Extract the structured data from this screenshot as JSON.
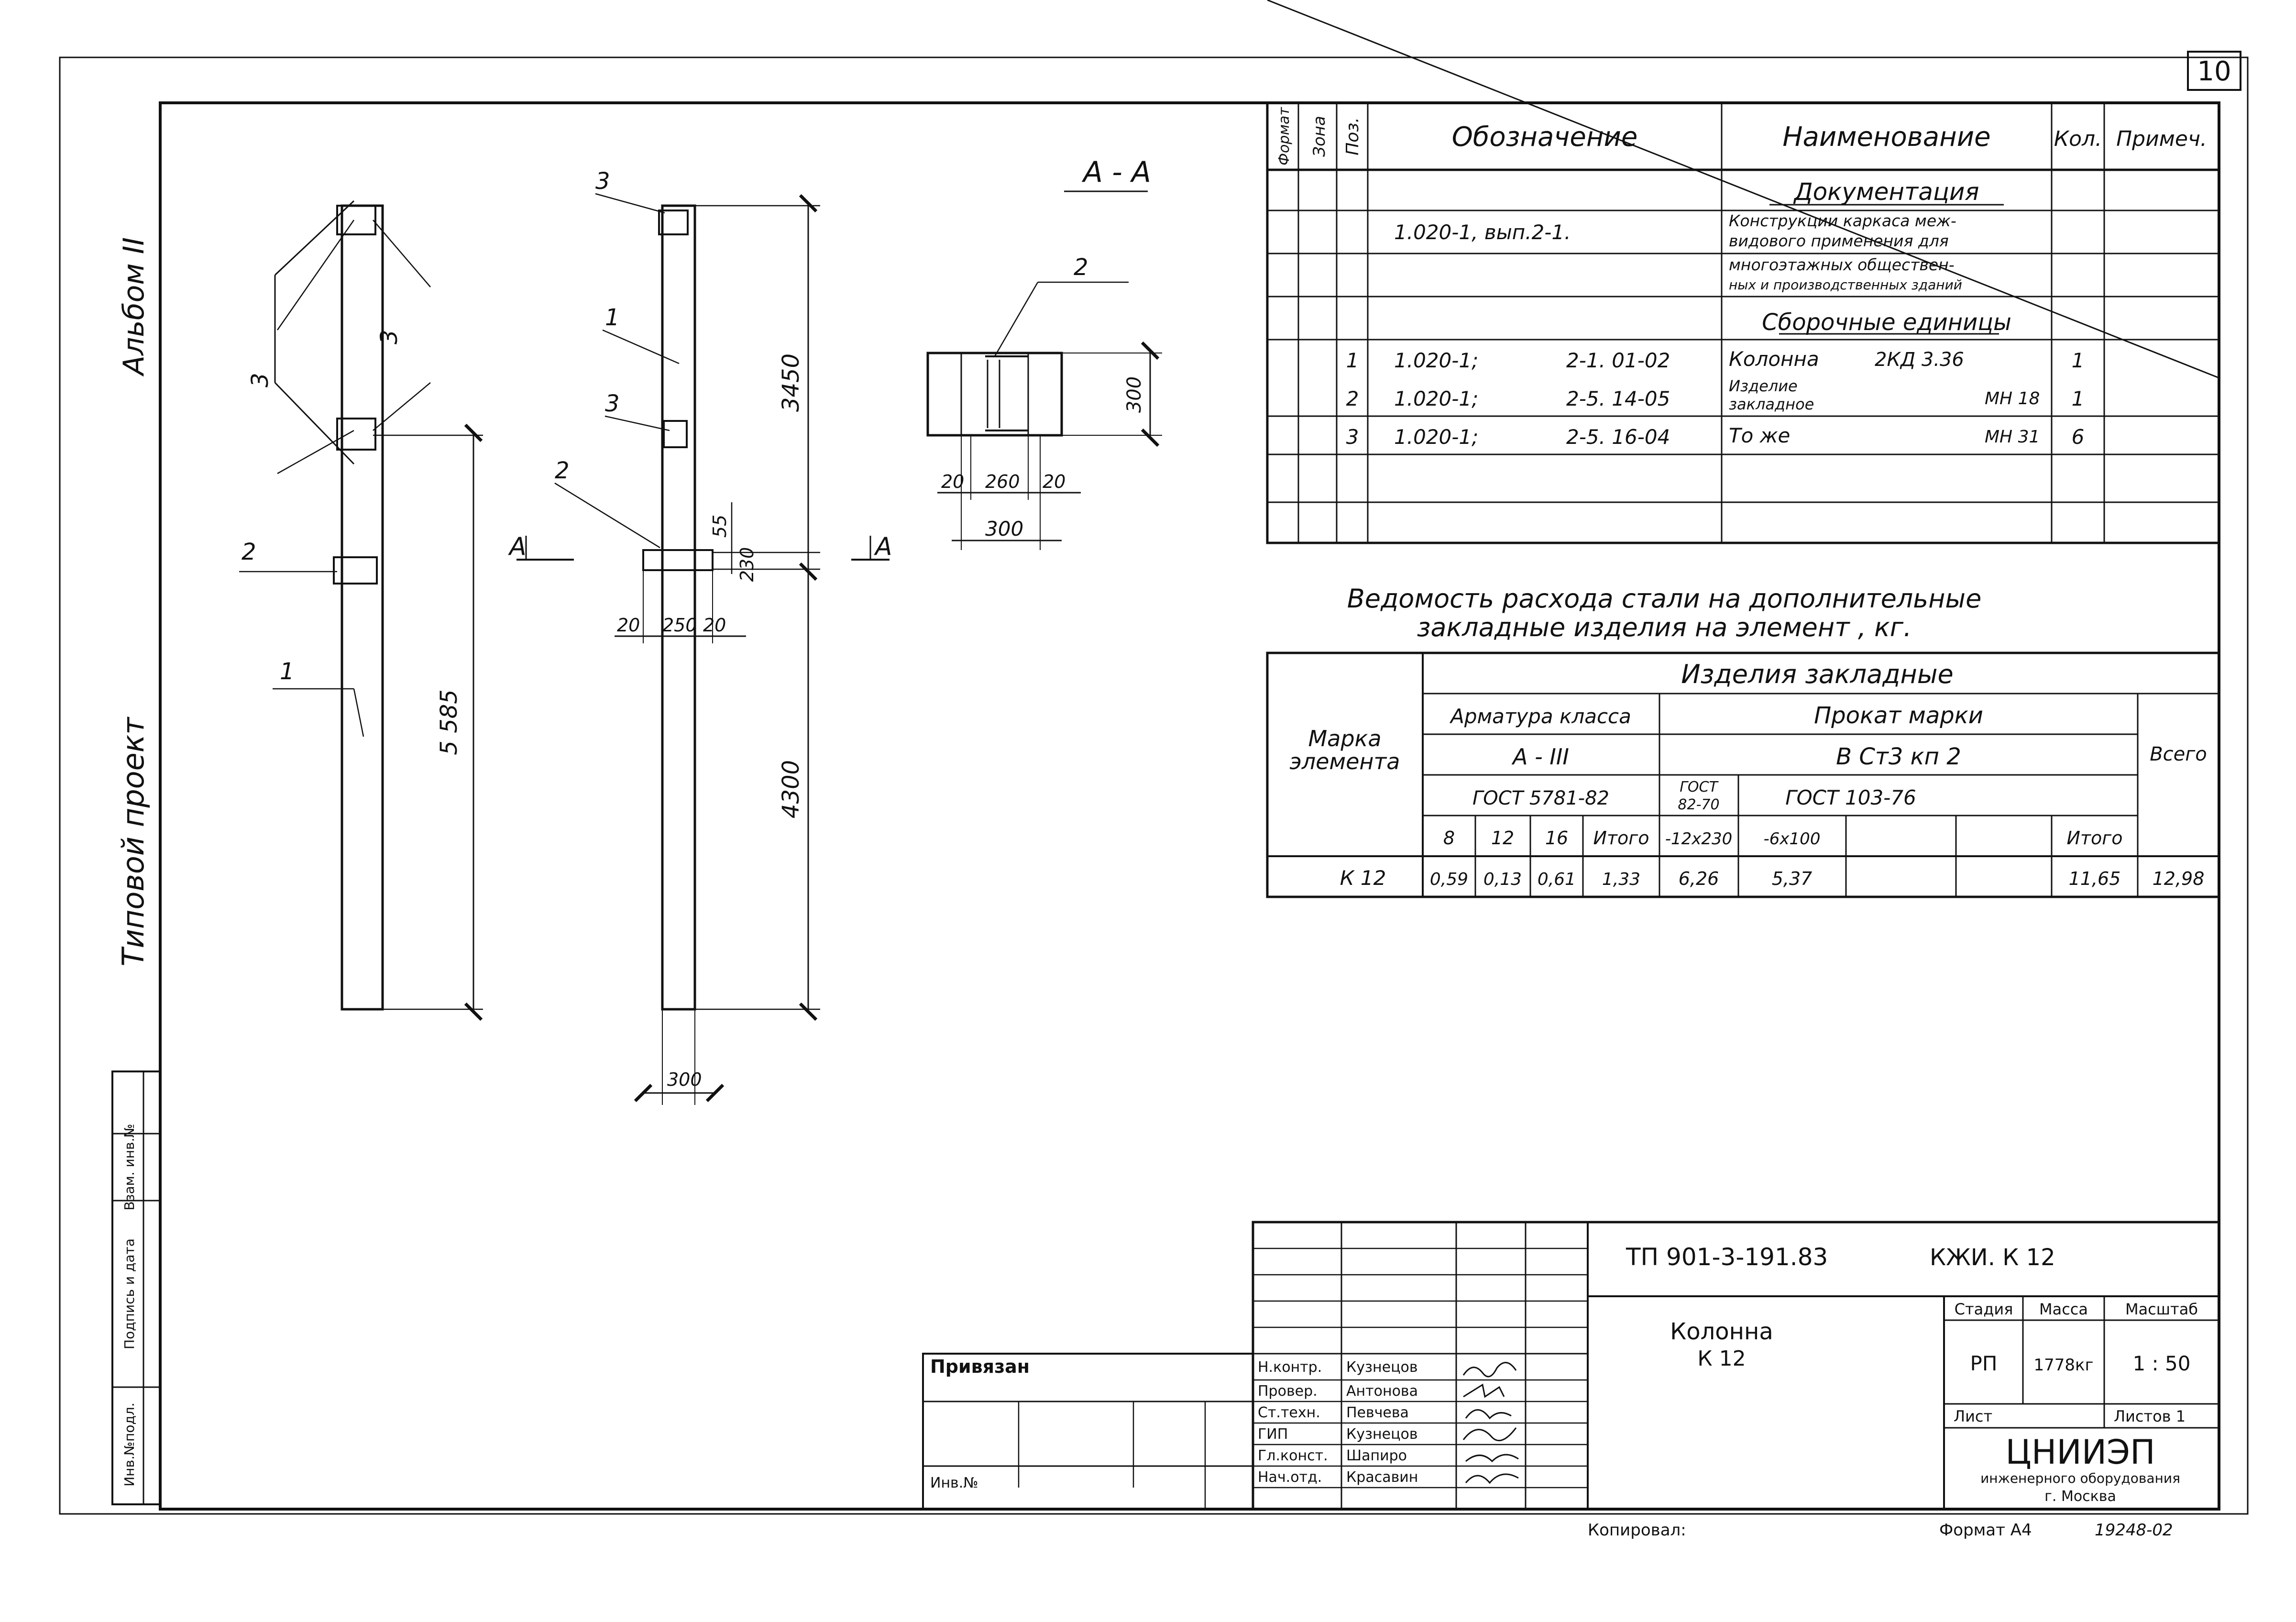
{
  "sheet_number": "10",
  "side_labels": {
    "album": "Альбом II",
    "project": "Типовой проект"
  },
  "left_stamp": [
    "Инв.№подл.",
    "Подпись и дата",
    "Взам. инв.№"
  ],
  "drawing": {
    "elev_left": {
      "label1": "1",
      "label2": "2",
      "label3a": "3",
      "label3b": "3",
      "dim_total": "5 585"
    },
    "elev_mid": {
      "label3_top": "3",
      "label1": "1",
      "label3_mid": "3",
      "label2": "2",
      "dim_top": "3450",
      "dim_bottom": "4300",
      "dim_55": "55",
      "dim_230": "230",
      "dim_left": "20",
      "dim_center": "250",
      "dim_right": "20",
      "dim_width": "300",
      "section_left": "А",
      "section_right": "А"
    },
    "section": {
      "title": "А - А",
      "label2": "2",
      "dim_height": "300",
      "dim_left": "20",
      "dim_center": "260",
      "dim_right": "20",
      "dim_width": "300"
    }
  },
  "spec": {
    "headers": {
      "format": "Формат",
      "zone": "Зона",
      "pos": "Поз.",
      "designation": "Обозначение",
      "name": "Наименование",
      "qty": "Кол.",
      "note": "Примеч."
    },
    "documentation": {
      "section": "Документация",
      "designation": "1.020-1, вып.2-1.",
      "name_line1": "Конструкции каркаса меж-",
      "name_line2": "видового применения для",
      "name_line3": "многоэтажных обществен-",
      "name_line4": "ных и производственных зданий"
    },
    "assembly_section": "Сборочные единицы",
    "rows": [
      {
        "pos": "1",
        "doc": "1.020-1;",
        "code": "2-1. 01-02",
        "name": "Колонна",
        "mark": "2КД 3.36",
        "qty": "1"
      },
      {
        "pos": "2",
        "doc": "1.020-1;",
        "code": "2-5. 14-05",
        "name_line1": "Изделие",
        "name_line2": "закладное",
        "mark": "МН 18",
        "qty": "1"
      },
      {
        "pos": "3",
        "doc": "1.020-1;",
        "code": "2-5. 16-04",
        "name": "То же",
        "mark": "МН 31",
        "qty": "6"
      }
    ]
  },
  "steel": {
    "title_line1": "Ведомость расхода стали на дополнительные",
    "title_line2": "закладные изделия на элемент , кг.",
    "h_embedded": "Изделия закладные",
    "h_mark": [
      "Марка",
      "элемента"
    ],
    "h_rebar": "Арматура класса",
    "h_rebar_class": "А - III",
    "h_rebar_gost": "ГОСТ 5781-82",
    "h_rolled": "Прокат марки",
    "h_rolled_grade": "В Ст3 кп 2",
    "h_gost82": [
      "ГОСТ",
      "82-70"
    ],
    "h_gost103": "ГОСТ 103-76",
    "h_total": "Всего",
    "sub": [
      "8",
      "12",
      "16",
      "Итого",
      "-12х230",
      "-6х100",
      "",
      "",
      "Итого"
    ],
    "row": {
      "mark": "К 12",
      "values": [
        "0,59",
        "0,13",
        "0,61",
        "1,33",
        "6,26",
        "5,37",
        "",
        "",
        "11,65",
        "12,98"
      ]
    }
  },
  "title_block": {
    "code": "ТП 901-3-191.83",
    "part": "КЖИ. К 12",
    "object_line1": "Колонна",
    "object_line2": "К 12",
    "stage_h": "Стадия",
    "mass_h": "Масса",
    "scale_h": "Масштаб",
    "stage": "РП",
    "mass": "1778кг",
    "scale": "1 : 50",
    "sheet_h": "Лист",
    "sheets_h": "Листов 1",
    "org": "ЦНИИЭП",
    "org_line2": "инженерного оборудования",
    "org_line3": "г. Москва",
    "bound": "Привязан",
    "inv": "Инв.№",
    "people": [
      {
        "role": "Н.контр.",
        "name": "Кузнецов"
      },
      {
        "role": "Провер.",
        "name": "Антонова"
      },
      {
        "role": "Ст.техн.",
        "name": "Певчева"
      },
      {
        "role": "ГИП",
        "name": "Кузнецов"
      },
      {
        "role": "Гл.конст.",
        "name": "Шапиро"
      },
      {
        "role": "Нач.отд.",
        "name": "Красавин"
      }
    ]
  },
  "footer": {
    "copied": "Копировал:",
    "format": "Формат А4",
    "number": "19248-02"
  }
}
